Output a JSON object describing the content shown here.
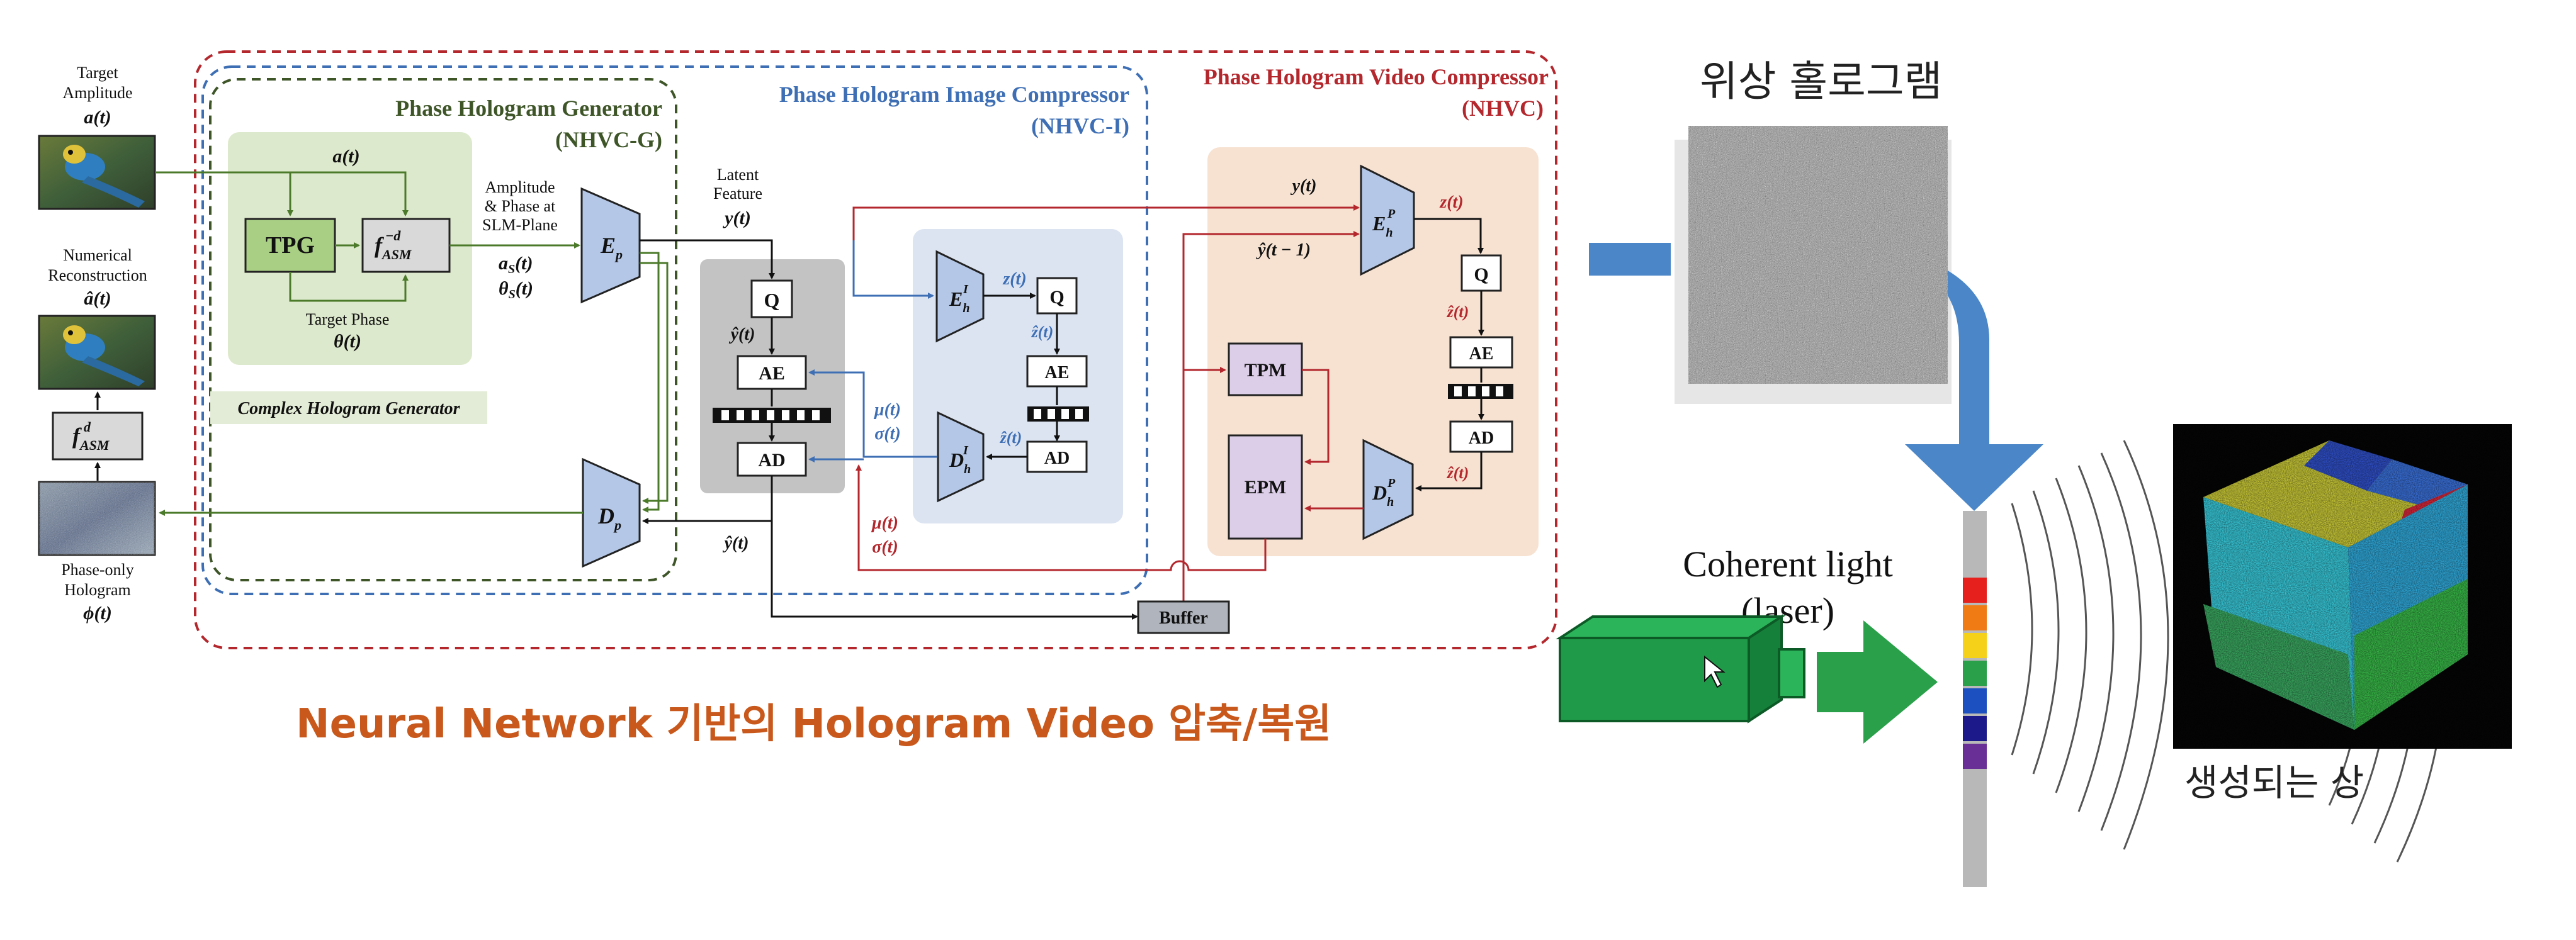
{
  "left_inputs": {
    "target_amplitude": [
      "Target",
      "Amplitude"
    ],
    "target_amplitude_sym": "a(t)",
    "numerical_reconstruction": [
      "Numerical",
      "Reconstruction"
    ],
    "numerical_reconstruction_sym": "â(t)",
    "fasm_label": "f",
    "fasm_sup": "d",
    "fasm_sub": "ASM",
    "phase_only_hologram": [
      "Phase-only",
      "Hologram"
    ],
    "phase_only_sym": "ϕ(t)"
  },
  "nhvc": {
    "title": "Phase Hologram Video Compressor",
    "sub": "(NHVC)",
    "color": "#b3272d"
  },
  "nhvc_i": {
    "title": "Phase Hologram Image Compressor",
    "sub": "(NHVC-I)",
    "color": "#3e6fb5"
  },
  "nhvc_g": {
    "title": "Phase Hologram Generator",
    "sub": "(NHVC-G)",
    "color": "#4b6a2e"
  },
  "generator": {
    "a_t": "a(t)",
    "tpg": "TPG",
    "f_asm": "f",
    "f_sup": "−d",
    "f_sub": "ASM",
    "target_phase": "Target Phase",
    "theta_t": "θ(t)",
    "complex_label": "Complex Hologram Generator",
    "amp_phase": [
      "Amplitude",
      "& Phase at",
      "SLM-Plane"
    ],
    "as_t": "a",
    "as_sub": "S",
    "as_arg": "(t)",
    "ths_t": "θ",
    "ths_sub": "S",
    "ths_arg": "(t)",
    "ep": "E",
    "ep_sub": "p",
    "dp": "D",
    "dp_sub": "p"
  },
  "image_comp": {
    "latent": [
      "Latent",
      "Feature"
    ],
    "y_t": "y(t)",
    "q": "Q",
    "yhat": "ŷ(t)",
    "ae": "AE",
    "ad": "AD",
    "mu": "μ(t)",
    "sigma": "σ(t)",
    "ehi": "E",
    "ehi_sup": "I",
    "ehi_sub": "h",
    "dhi": "D",
    "dhi_sup": "I",
    "dhi_sub": "h",
    "z_t": "z(t)",
    "zhat": "ẑ(t)",
    "zhat2": "ẑ(t)",
    "yhat_out": "ŷ(t)"
  },
  "video_comp": {
    "y_t": "y(t)",
    "yhat_prev": "ŷ(t − 1)",
    "ehp": "E",
    "ehp_sup": "P",
    "ehp_sub": "h",
    "z_t": "z(t)",
    "q": "Q",
    "zhat": "ẑ(t)",
    "ae": "AE",
    "ad": "AD",
    "zhat2": "ẑ(t)",
    "tpm": "TPM",
    "epm": "EPM",
    "dhp": "D",
    "dhp_sup": "P",
    "dhp_sub": "h",
    "mu": "μ(t)",
    "sigma": "σ(t)",
    "buffer": "Buffer"
  },
  "caption": "Neural Network 기반의 Hologram Video 압축/복원",
  "caption_color": "#c8581b",
  "right_panel": {
    "phase_hologram_title": "위상 홀로그램",
    "coherent_light": "Coherent light",
    "laser": "(laser)",
    "generated_image": "생성되는 상",
    "arrow_color": "#4a86c8",
    "green_arrow_color": "#2aa04a"
  },
  "spectrum_colors": [
    "#e6201c",
    "#f07b14",
    "#f5d11a",
    "#2aa04a",
    "#1c4fbf",
    "#1c1a8a",
    "#6a2f96"
  ]
}
